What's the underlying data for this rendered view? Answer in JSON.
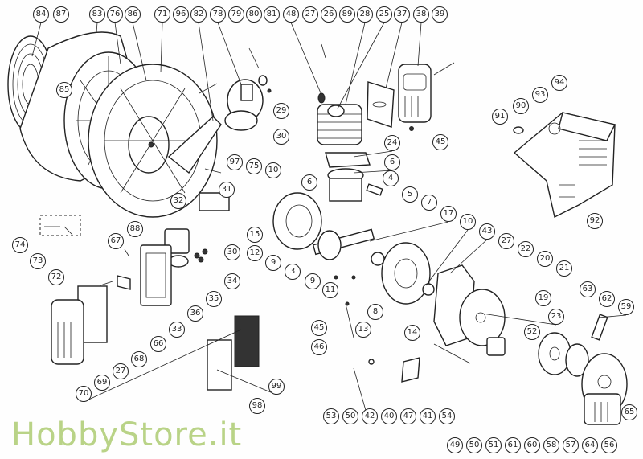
{
  "diagram": {
    "title": "Blower engine exploded parts diagram",
    "watermark": "HobbyStore.it",
    "callouts": [
      "84",
      "87",
      "83",
      "76",
      "86",
      "71",
      "96",
      "82",
      "78",
      "79",
      "80",
      "81",
      "48",
      "27",
      "26",
      "89",
      "28",
      "25",
      "37",
      "38",
      "39",
      "85",
      "29",
      "30",
      "97",
      "75",
      "10",
      "6",
      "31",
      "32",
      "88",
      "94",
      "93",
      "90",
      "91",
      "45",
      "24",
      "6",
      "4",
      "5",
      "7",
      "17",
      "10",
      "43",
      "92",
      "74",
      "73",
      "72",
      "67",
      "15",
      "12",
      "9",
      "3",
      "9",
      "30",
      "34",
      "35",
      "36",
      "33",
      "66",
      "68",
      "27",
      "69",
      "70",
      "99",
      "98",
      "45",
      "46",
      "27",
      "22",
      "20",
      "21",
      "19",
      "23",
      "63",
      "62",
      "59",
      "52",
      "11",
      "8",
      "13",
      "14",
      "65",
      "53",
      "50",
      "42",
      "40",
      "47",
      "41",
      "54",
      "49",
      "50",
      "51",
      "61",
      "60",
      "58",
      "57",
      "64",
      "56"
    ]
  }
}
